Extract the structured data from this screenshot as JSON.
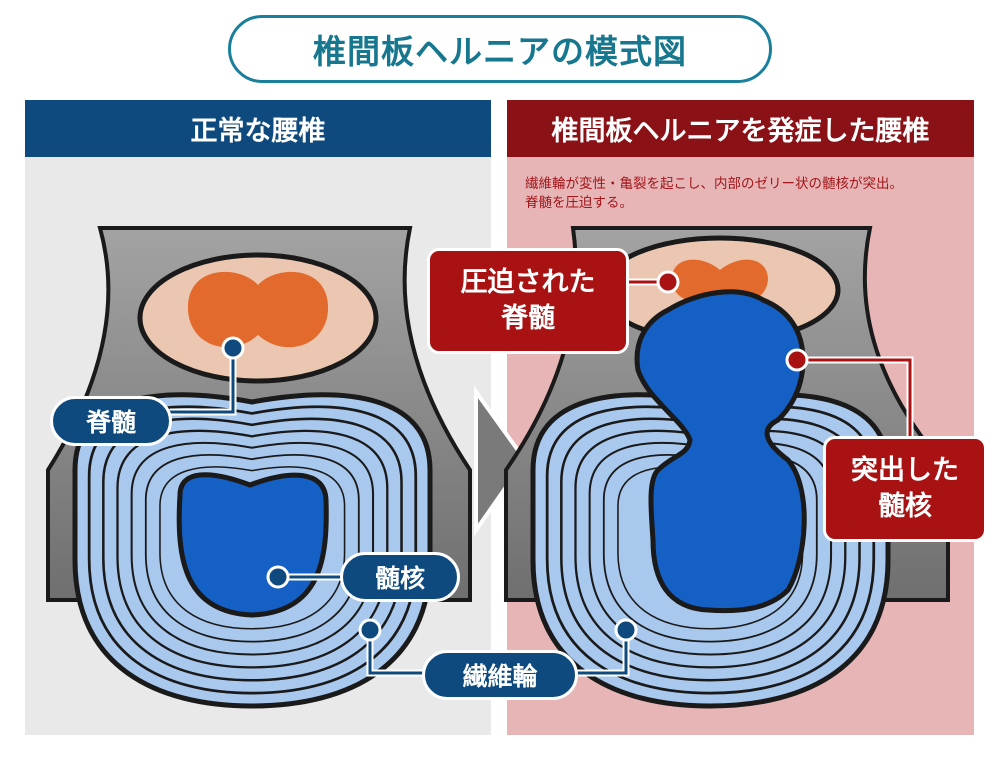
{
  "title": "椎間板ヘルニアの模式図",
  "left_panel": {
    "header": "正常な腰椎",
    "labels": {
      "spinal_cord": "脊髄",
      "nucleus": "髄核",
      "annulus": "繊維輪"
    }
  },
  "right_panel": {
    "header": "椎間板ヘルニアを発症した腰椎",
    "description_line1": "繊維輪が変性・亀裂を起こし、内部のゼリー状の髄核が突出。",
    "description_line2": "脊髄を圧迫する。",
    "labels": {
      "compressed_cord_line1": "圧迫された",
      "compressed_cord_line2": "脊髄",
      "herniated_line1": "突出した",
      "herniated_line2": "髄核"
    }
  },
  "colors": {
    "title": "#17778f",
    "left_header": "#0f4a7e",
    "right_header": "#8a1116",
    "nucleus": "#1560c4",
    "annulus": "#a9c8ee",
    "spinal_cord": "#e36a2d",
    "canal": "#ebc7b1"
  }
}
